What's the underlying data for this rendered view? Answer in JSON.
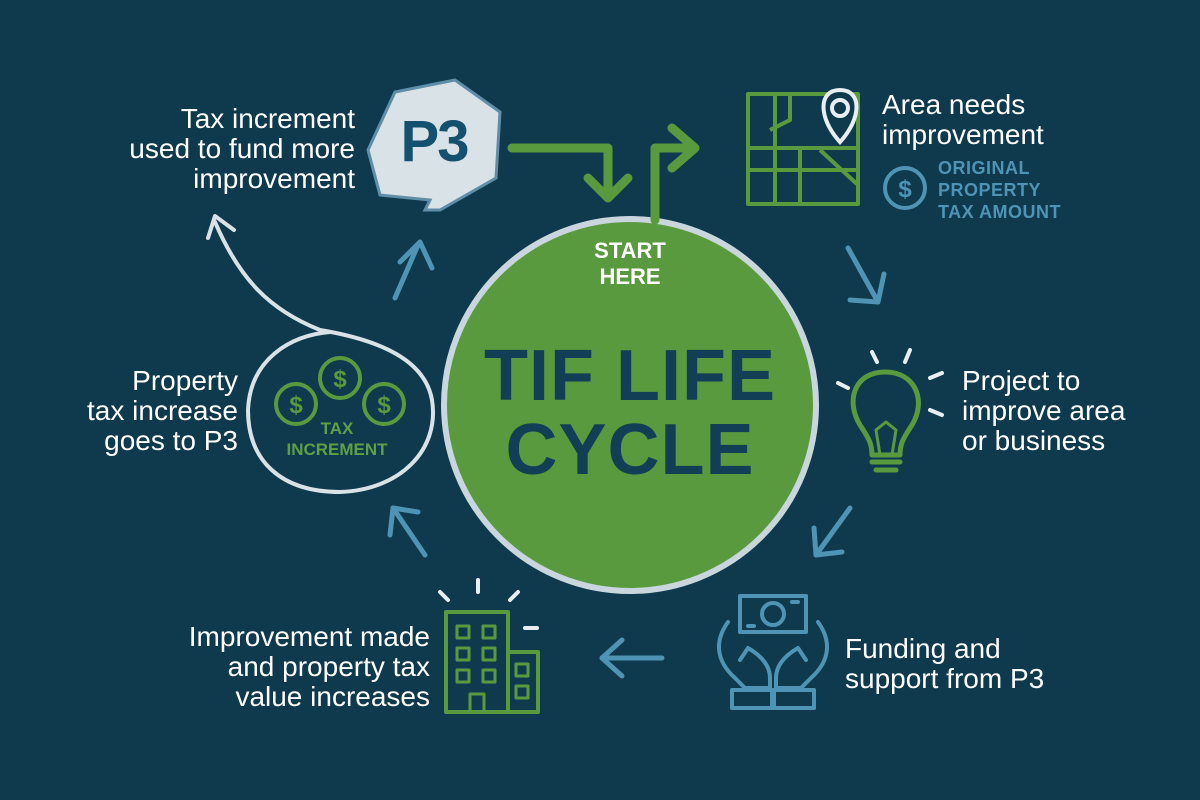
{
  "title": {
    "line1": "TIF LIFE",
    "line2": "CYCLE"
  },
  "start_here": {
    "line1": "START",
    "line2": "HERE"
  },
  "p3_badge": "P3",
  "steps": [
    {
      "id": "area",
      "lines": [
        "Area needs",
        "improvement"
      ]
    },
    {
      "id": "project",
      "lines": [
        "Project to",
        "improve area",
        "or business"
      ]
    },
    {
      "id": "funding",
      "lines": [
        "Funding and",
        "support from P3"
      ]
    },
    {
      "id": "improvement",
      "lines": [
        "Improvement made",
        "and property tax",
        "value increases"
      ]
    },
    {
      "id": "property-tax",
      "lines": [
        "Property",
        "tax increase",
        "goes to P3"
      ]
    },
    {
      "id": "tax-increment-used",
      "lines": [
        "Tax increment",
        "used to fund more",
        "improvement"
      ]
    }
  ],
  "original_tax": {
    "line1": "ORIGINAL",
    "line2": "PROPERTY",
    "line3": "TAX AMOUNT"
  },
  "tax_increment_badge": {
    "line1": "TAX",
    "line2": "INCREMENT"
  },
  "colors": {
    "background": "#0f3a4e",
    "green": "#5a9a3f",
    "blue": "#4f93b5",
    "white": "#ffffff",
    "title_text": "#123f55",
    "circle_border": "#c9d6dd"
  }
}
